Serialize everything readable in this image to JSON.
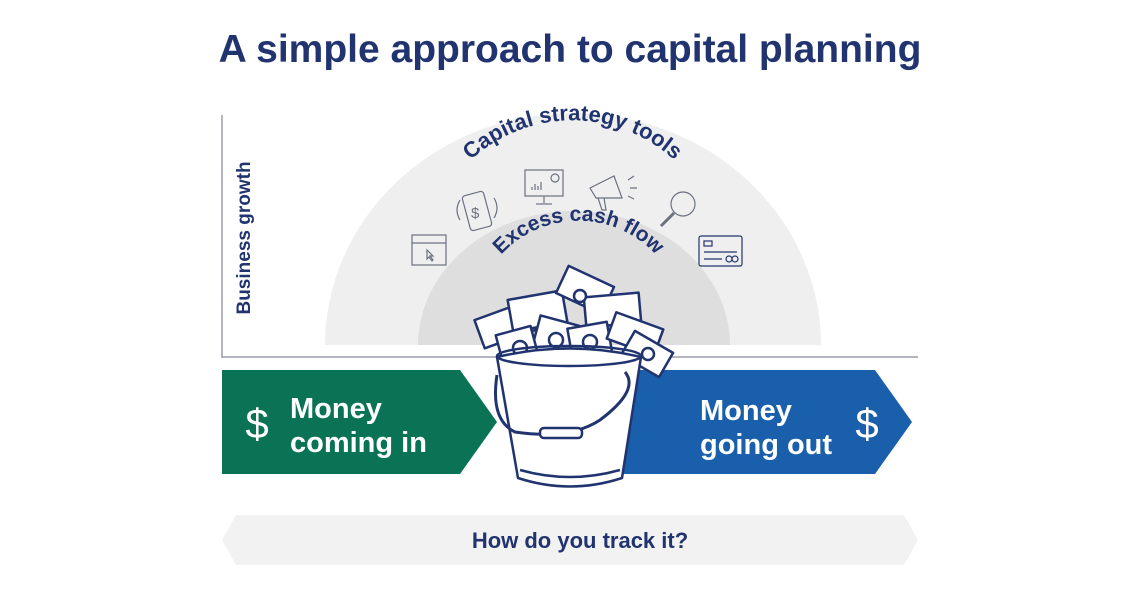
{
  "title": "A simple approach to capital planning",
  "y_axis_label": "Business growth",
  "outer_arc_label": "Capital strategy tools",
  "inner_arc_label": "Excess cash flow",
  "tools_icons": [
    "browser-window-icon",
    "mobile-payment-icon",
    "dashboard-monitor-icon",
    "megaphone-icon",
    "magnifier-icon",
    "credit-card-icon"
  ],
  "money_in": {
    "line1": "Money",
    "line2": "coming in",
    "symbol": "$"
  },
  "money_out": {
    "line1": "Money",
    "line2": "going out",
    "symbol": "$"
  },
  "track_label": "How do you track it?",
  "colors": {
    "navy": "#213470",
    "green": "#0b7355",
    "blue": "#1a5fab",
    "outer_arc": "#efefef",
    "inner_arc": "#dedede",
    "banner": "#f2f2f2"
  }
}
